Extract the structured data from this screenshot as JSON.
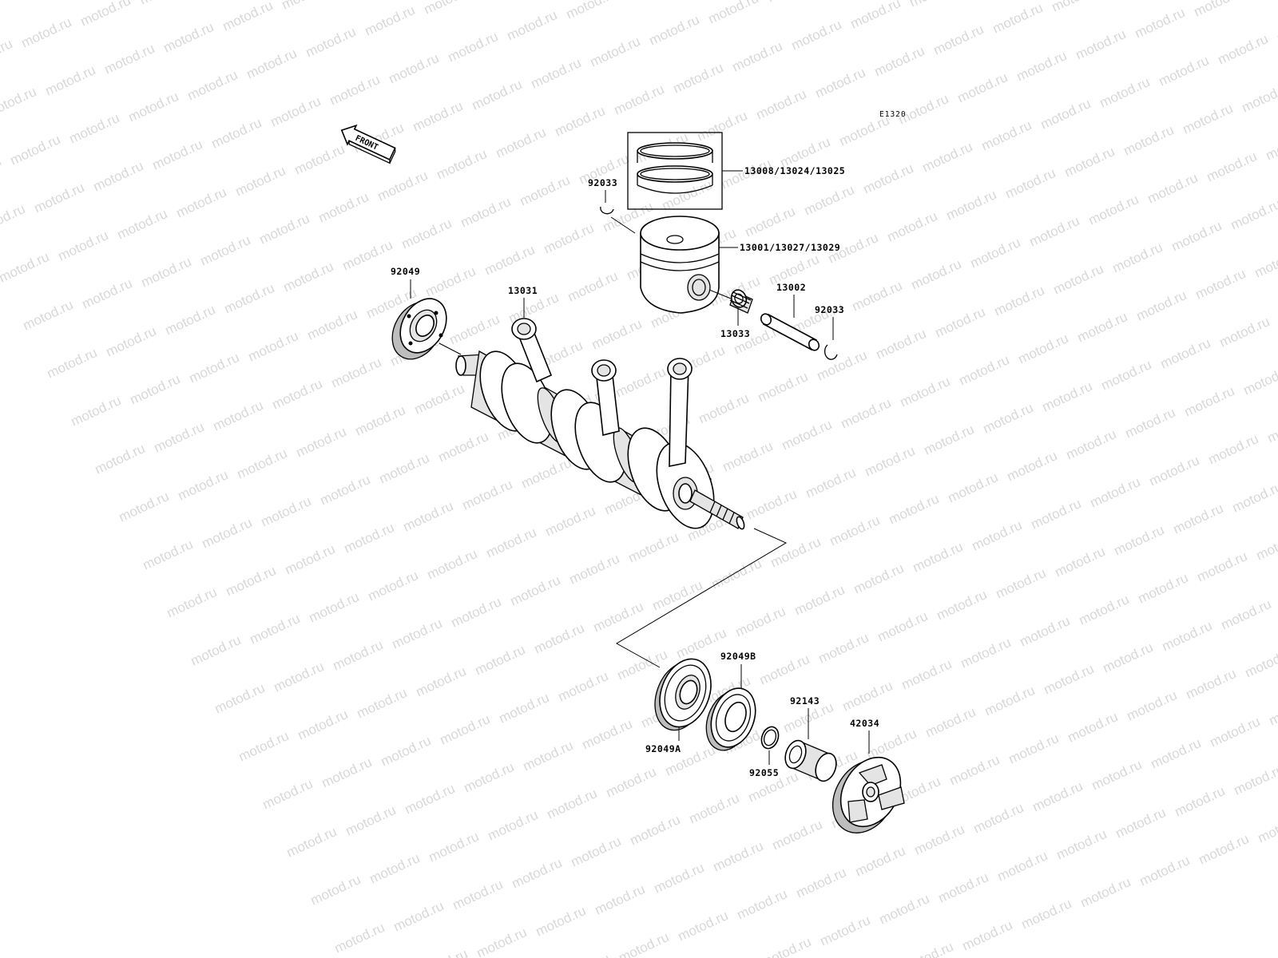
{
  "watermark_text": "motod.ru",
  "diagram_code": "E1320",
  "front_label": "FRONT",
  "part_labels": {
    "piston_rings": "13008/13024/13025",
    "circlip_top": "92033",
    "piston": "13001/13027/13029",
    "oil_seal_left": "92049",
    "connecting_rod": "13031",
    "piston_pin": "13002",
    "circlip_right": "92033",
    "needle_bearing": "13033",
    "bearing_b": "92049B",
    "bearing_a": "92049A",
    "collar": "92143",
    "o_ring": "92055",
    "coupling": "42034"
  },
  "colors": {
    "line": "#000000",
    "shade": "#e4e4e4",
    "watermark": "#d8d8d8"
  }
}
